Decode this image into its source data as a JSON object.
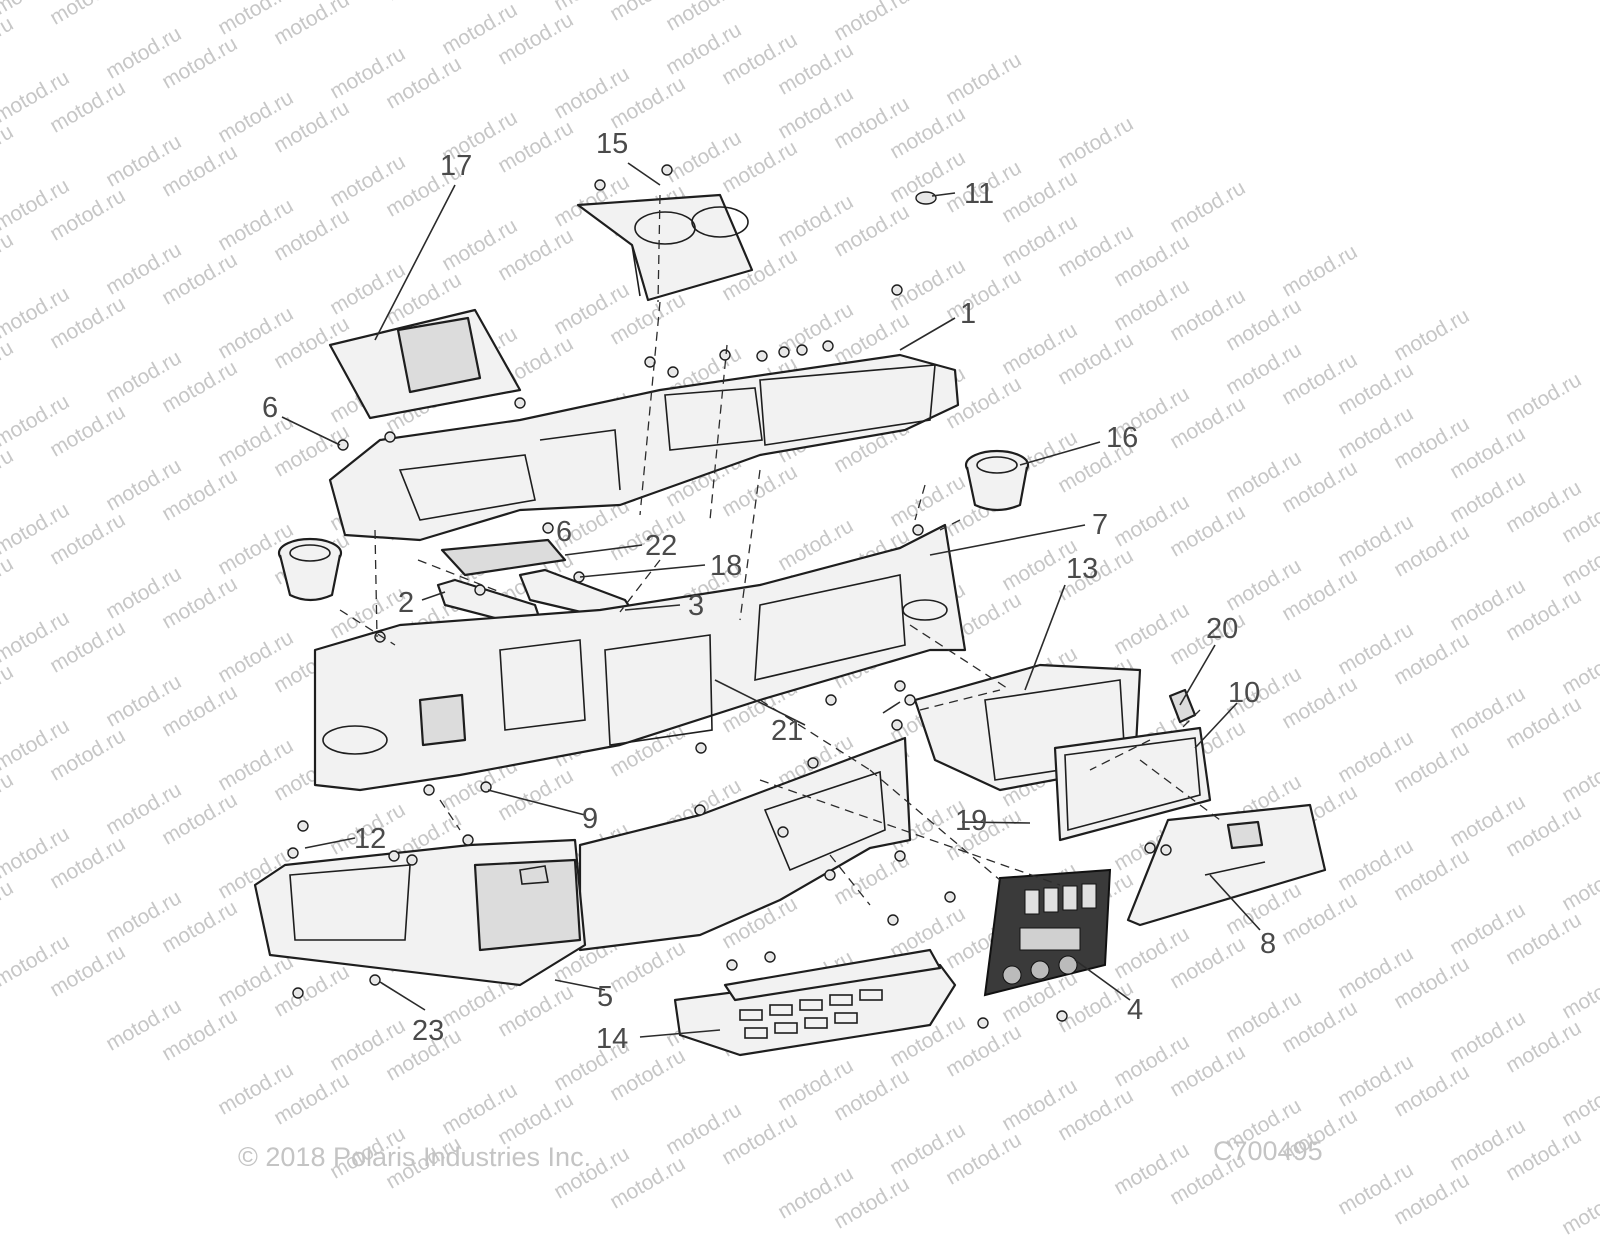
{
  "watermark_text": "motod.ru",
  "footer": {
    "copyright": "© 2018 Polaris Industries Inc.",
    "drawing_code": "C700495"
  },
  "callouts": [
    "1",
    "2",
    "3",
    "4",
    "5",
    "6",
    "6",
    "7",
    "8",
    "9",
    "10",
    "11",
    "12",
    "13",
    "14",
    "15",
    "16",
    "17",
    "18",
    "19",
    "20",
    "21",
    "22",
    "23"
  ],
  "colors": {
    "line": "#1e1e1e",
    "callout_text": "#4a4a4a",
    "watermark": "#c7c7c7"
  }
}
